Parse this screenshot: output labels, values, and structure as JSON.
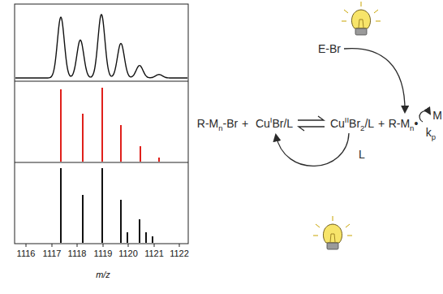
{
  "diagram": {
    "labels": [
      "E-Br",
      "R-Mn-Br",
      "+",
      "CuIBr/L",
      "CuIIBr2/L",
      "+",
      "R-Mn•",
      "M",
      "kp",
      "L",
      "1116",
      "1117",
      "1118",
      "1119",
      "1120",
      "1121",
      "1122",
      "m/z"
    ]
  }
}
